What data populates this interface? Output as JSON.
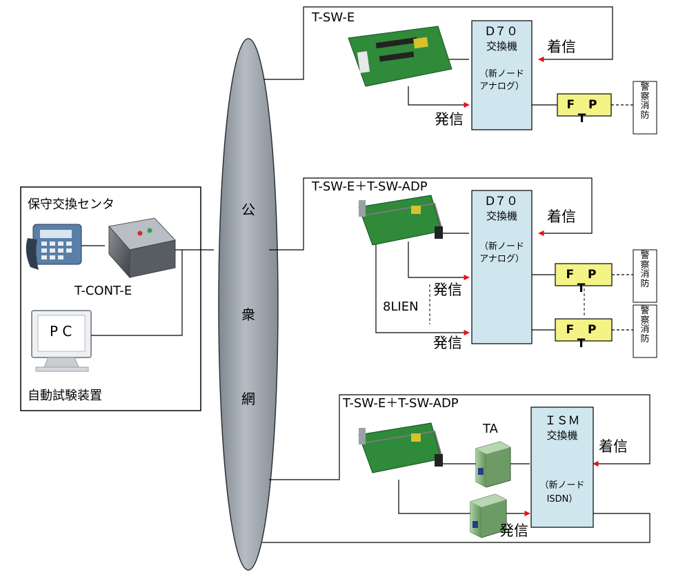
{
  "center": {
    "title": "保守交換センタ",
    "controller": "T-CONT-E",
    "pc": "P C",
    "tester": "自動試験装置"
  },
  "network": {
    "chars": [
      "公",
      "衆",
      "網"
    ]
  },
  "branches": [
    {
      "device": "T-SW-E",
      "exchange": {
        "name": "D７０",
        "sub": "交換機",
        "paren": "（新ノード",
        "paren2": "アナログ）"
      },
      "incoming": "着信",
      "outgoing": [
        "発信"
      ],
      "fpt": [
        "F P T"
      ],
      "dest": [
        "警察消防"
      ]
    },
    {
      "device": "T-SW-E＋T-SW-ADP",
      "exchange": {
        "name": "D７０",
        "sub": "交換機",
        "paren": "（新ノード",
        "paren2": "アナログ）"
      },
      "incoming": "着信",
      "outgoing": [
        "発信",
        "発信"
      ],
      "lines": "8LIEN",
      "fpt": [
        "F P T",
        "F P T"
      ],
      "dest": [
        "警察消防",
        "警察消防"
      ]
    },
    {
      "device": "T-SW-E＋T-SW-ADP",
      "ta": "TA",
      "exchange": {
        "name": "ＩＳＭ",
        "sub": "交換機",
        "paren": "（新ノード",
        "paren2": "ISDN）"
      },
      "incoming": "着信",
      "outgoing": [
        "発信"
      ]
    }
  ],
  "colors": {
    "exchange_fill": "#cfe6ee",
    "fpt_fill": "#f3f386",
    "network_fill": "#9ea6b0",
    "arrow": "#e8101c"
  }
}
